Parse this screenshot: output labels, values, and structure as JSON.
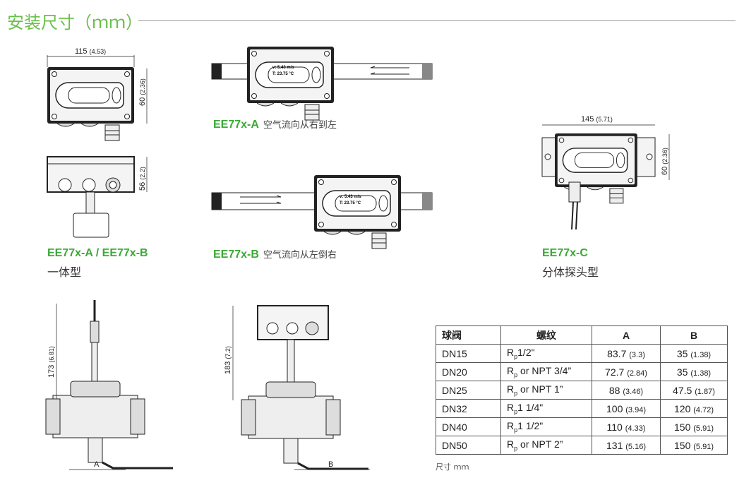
{
  "title": "安装尺寸（ｍｍ）",
  "display": {
    "v_label": "v:",
    "v_value": "5.43",
    "v_unit": "m/s",
    "t_label": "T:",
    "t_value": "23.75",
    "t_unit": "°C"
  },
  "dims": {
    "width_115": "115",
    "width_115_in": "(4.53)",
    "height_60": "60",
    "height_60_in": "(2.36)",
    "height_56": "56",
    "height_56_in": "(2.2)",
    "width_145": "145",
    "width_145_in": "(5.71)",
    "height_173": "173",
    "height_173_in": "(6.81)",
    "height_183": "183",
    "height_183_in": "(7.2)",
    "a": "A",
    "b": "B"
  },
  "labels": {
    "ab_model": "EE77x-A / EE77x-B",
    "ab_desc": "一体型",
    "a_model": "EE77x-A",
    "a_desc": "空气流向从右到左",
    "b_model": "EE77x-B",
    "b_desc": "空气流向从左倒右",
    "c_model": "EE77x-C",
    "c_desc": "分体探头型"
  },
  "table": {
    "headers": [
      "球阀",
      "螺纹",
      "A",
      "B"
    ],
    "rows": [
      {
        "valve": "DN15",
        "thread_r": "R",
        "thread_sub": "p",
        "thread": "1/2\"",
        "a": "83.7",
        "a_in": "(3.3)",
        "b": "35",
        "b_in": "(1.38)"
      },
      {
        "valve": "DN20",
        "thread_r": "R",
        "thread_sub": "p",
        "thread": " or NPT 3/4”",
        "a": "72.7",
        "a_in": "(2.84)",
        "b": "35",
        "b_in": "(1.38)"
      },
      {
        "valve": "DN25",
        "thread_r": "R",
        "thread_sub": "p",
        "thread": " or NPT 1”",
        "a": "88",
        "a_in": "(3.46)",
        "b": "47.5",
        "b_in": "(1.87)"
      },
      {
        "valve": "DN32",
        "thread_r": "R",
        "thread_sub": "p",
        "thread": "1 1/4\"",
        "a": "100",
        "a_in": "(3.94)",
        "b": "120",
        "b_in": "(4.72)"
      },
      {
        "valve": "DN40",
        "thread_r": "R",
        "thread_sub": "p",
        "thread": "1 1/2\"",
        "a": "110",
        "a_in": "(4.33)",
        "b": "150",
        "b_in": "(5.91)"
      },
      {
        "valve": "DN50",
        "thread_r": "R",
        "thread_sub": "p",
        "thread": " or NPT 2”",
        "a": "131",
        "a_in": "(5.16)",
        "b": "150",
        "b_in": "(5.91)"
      }
    ]
  },
  "footnote": "尺寸 ｍｍ"
}
